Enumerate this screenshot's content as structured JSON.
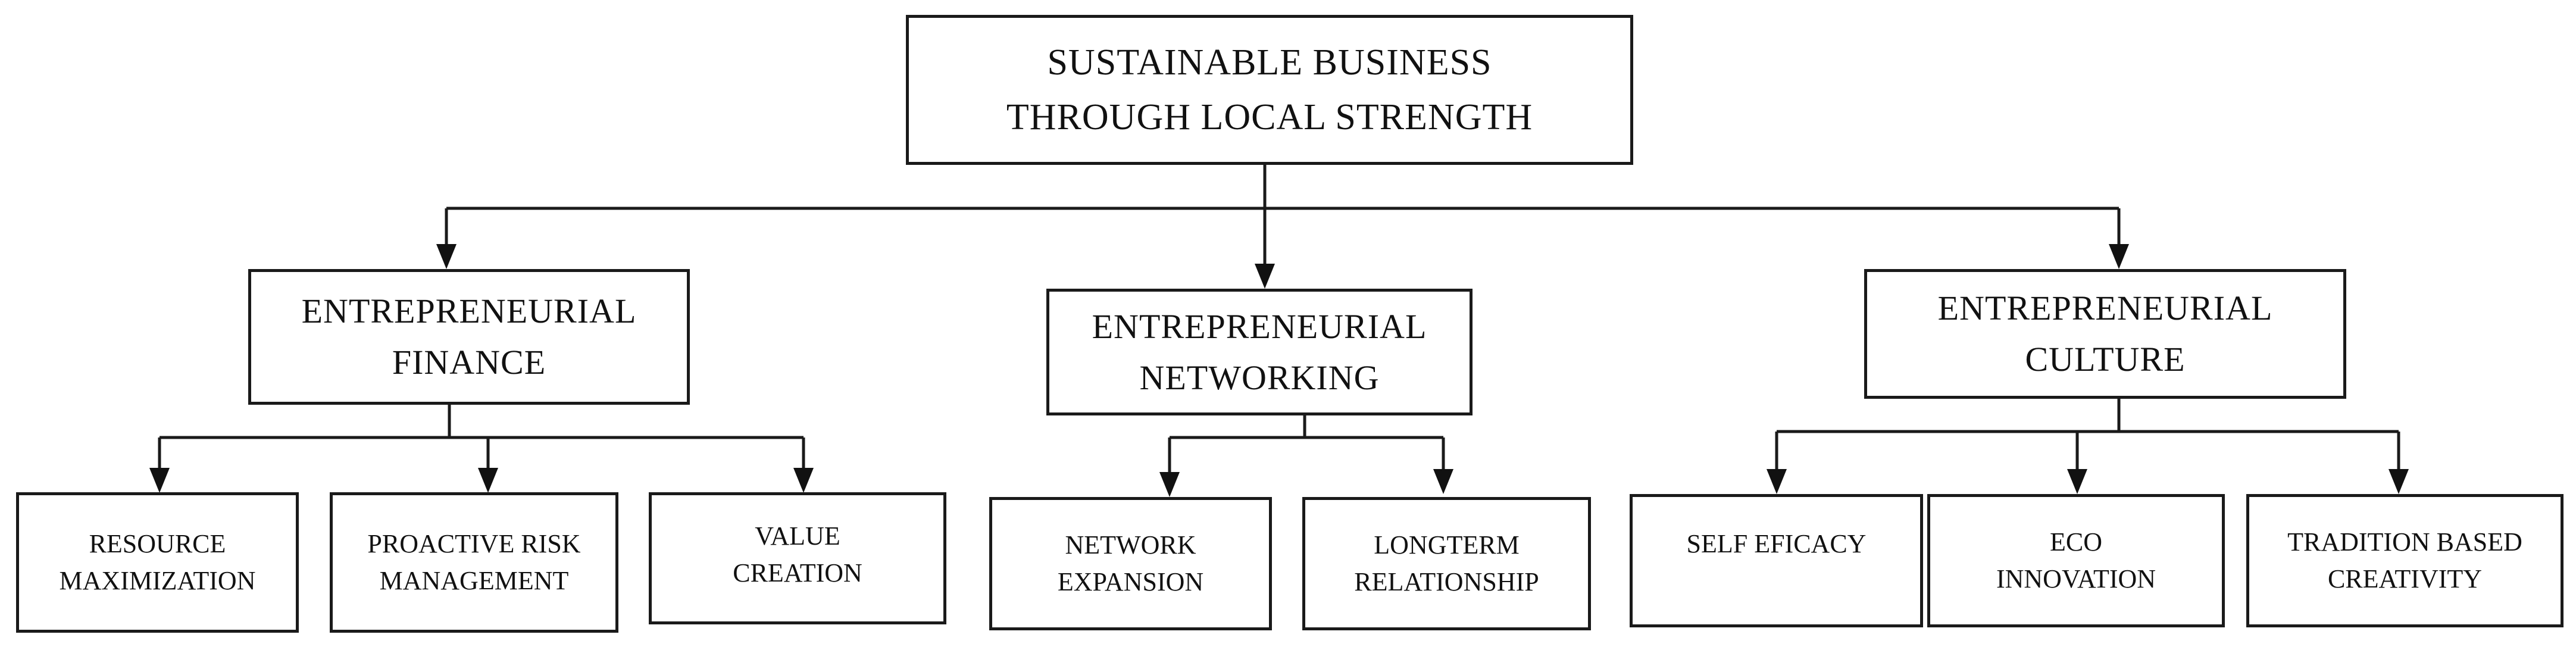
{
  "root": {
    "line1": "SUSTAINABLE BUSINESS",
    "line2": "THROUGH LOCAL STRENGTH"
  },
  "pillars": {
    "finance": {
      "line1": "ENTREPRENEURIAL",
      "line2": "FINANCE"
    },
    "networking": {
      "line1": "ENTREPRENEURIAL",
      "line2": "NETWORKING"
    },
    "culture": {
      "line1": "ENTREPRENEURIAL",
      "line2": "CULTURE"
    }
  },
  "leaves": {
    "resource": {
      "line1": "RESOURCE",
      "line2": "MAXIMIZATION"
    },
    "proactive": {
      "line1": "PROACTIVE RISK",
      "line2": "MANAGEMENT"
    },
    "value": {
      "line1": "VALUE",
      "line2": "CREATION"
    },
    "network": {
      "line1": "NETWORK",
      "line2": "EXPANSION"
    },
    "longterm": {
      "line1": "LONGTERM",
      "line2": "RELATIONSHIP"
    },
    "selfefficacy": {
      "line1": "SELF EFICACY"
    },
    "eco": {
      "line1": "ECO",
      "line2": "INNOVATION"
    },
    "tradition": {
      "line1": "TRADITION BASED",
      "line2": "CREATIVITY"
    }
  }
}
